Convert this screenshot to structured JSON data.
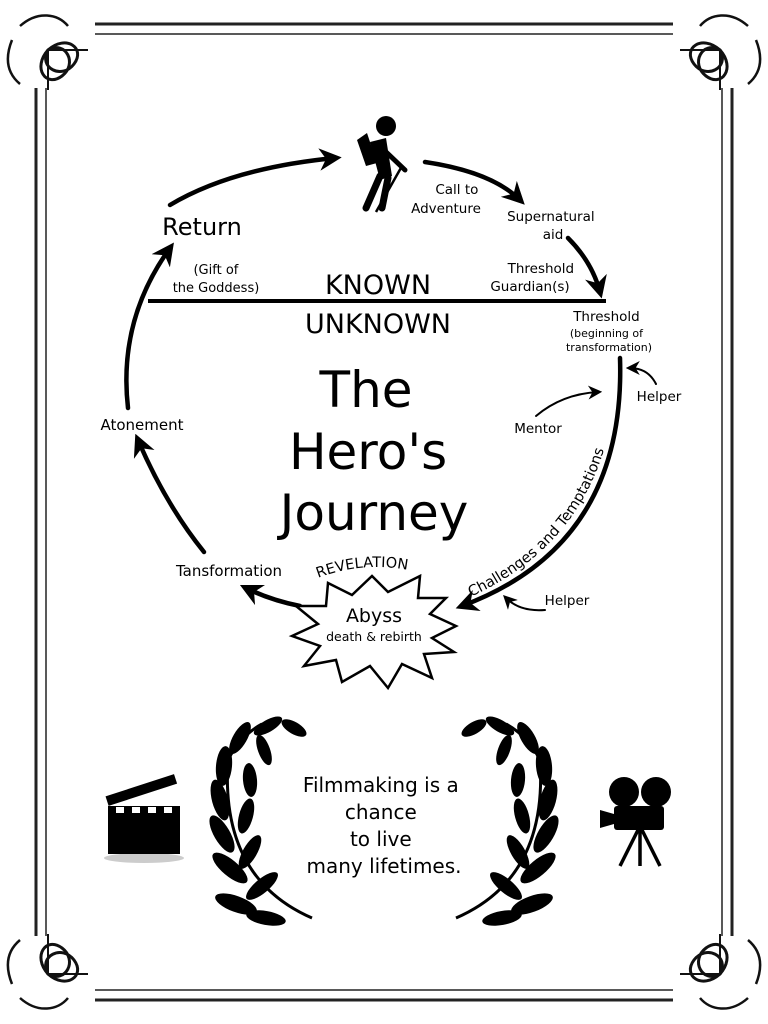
{
  "title_lines": [
    "The",
    "Hero's",
    "Journey"
  ],
  "divider": {
    "known": "KNOWN",
    "unknown": "UNKNOWN"
  },
  "stages": {
    "call_to_adventure": [
      "Call to",
      "Adventure"
    ],
    "supernatural_aid": [
      "Supernatural",
      "aid"
    ],
    "threshold_guardians": [
      "Threshold",
      "Guardian(s)"
    ],
    "threshold": [
      "Threshold",
      "(beginning of",
      "transformation)"
    ],
    "helper_top": "Helper",
    "mentor": "Mentor",
    "challenges": "Challenges and Temptations",
    "helper_bottom": "Helper",
    "revelation": "REVELATION",
    "abyss": "Abyss",
    "death_rebirth": "death & rebirth",
    "transformation": "Tansformation",
    "atonement": "Atonement",
    "return": "Return",
    "gift": [
      "(Gift of",
      "the Goddess)"
    ]
  },
  "quote_lines": [
    "Filmmaking is a",
    "chance",
    "to live",
    "many lifetimes."
  ],
  "icons": [
    "hiker-icon",
    "clapperboard-icon",
    "movie-camera-icon",
    "laurel-wreath-icon",
    "corner-ornament-icon"
  ],
  "colors": {
    "ink": "#000000",
    "paper": "#ffffff",
    "frame": "#222222"
  }
}
